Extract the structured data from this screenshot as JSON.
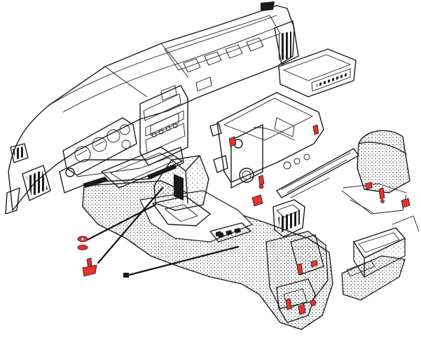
{
  "palette": {
    "ink": "#1a1a1a",
    "highlight": "#e8322b",
    "paper": "#ffffff",
    "stipple": "#bdbdbd"
  },
  "icons": [
    "dashboard-panel-drawing",
    "center-console-drawing",
    "fastener-icon",
    "armrest-drawing",
    "glovebox-drawing"
  ]
}
